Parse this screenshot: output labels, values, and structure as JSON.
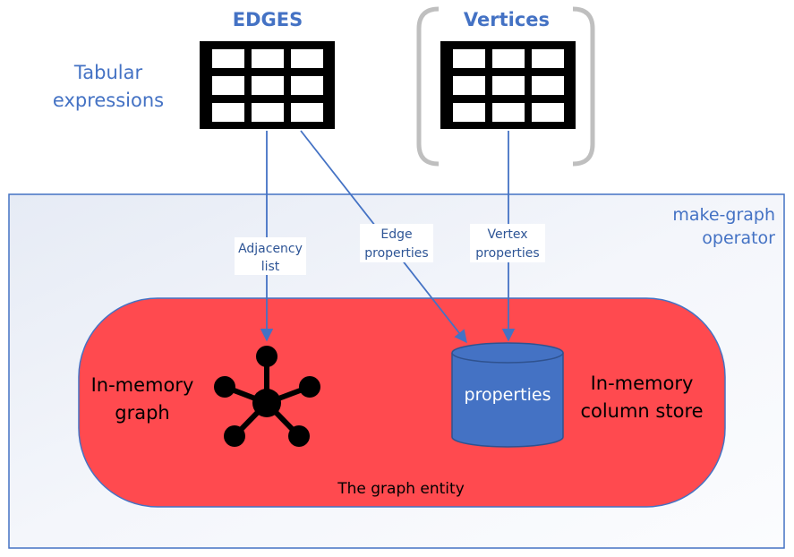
{
  "header": {
    "edges_title": "EDGES",
    "vertices_title": "Vertices",
    "tabular_line1": "Tabular",
    "tabular_line2": "expressions"
  },
  "operator": {
    "line1": "make-graph",
    "line2": "operator"
  },
  "arrows": {
    "adjacency_line1": "Adjacency",
    "adjacency_line2": "list",
    "edge_props_line1": "Edge",
    "edge_props_line2": "properties",
    "vertex_props_line1": "Vertex",
    "vertex_props_line2": "properties"
  },
  "entity": {
    "graph_line1": "In-memory",
    "graph_line2": "graph",
    "store_line1": "In-memory",
    "store_line2": "column store",
    "cylinder_label": "properties",
    "caption": "The graph entity"
  },
  "colors": {
    "accent_blue": "#4472C4",
    "entity_red": "#FF4A4F",
    "cylinder_blue": "#4472C4"
  }
}
